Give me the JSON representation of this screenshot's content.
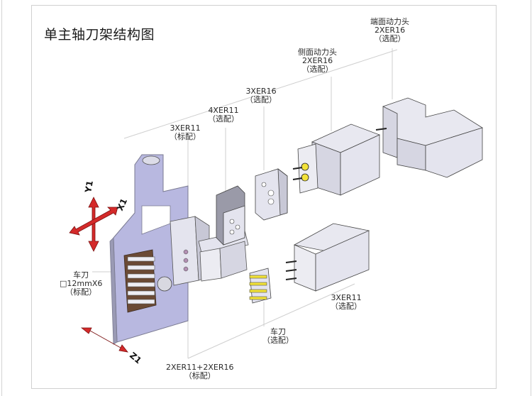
{
  "title": "单主轴刀架结构图",
  "labels": {
    "end_face_power_head": {
      "name": "端面动力头",
      "spec": "2XER16",
      "note": "（选配）"
    },
    "side_power_head": {
      "name": "侧面动力头",
      "spec": "2XER16",
      "note": "（选配）"
    },
    "holder_3xer16": {
      "spec": "3XER16",
      "note": "（选配）"
    },
    "holder_4xer11": {
      "spec": "4XER11",
      "note": "（选配）"
    },
    "holder_3xer11_std": {
      "spec": "3XER11",
      "note": "（标配）"
    },
    "turning_tool_std": {
      "name": "车刀",
      "spec": "□12mmX6",
      "note": "（标配）"
    },
    "holder_3xer11_opt": {
      "spec": "3XER11",
      "note": "（选配）"
    },
    "turning_tool_opt": {
      "name": "车刀",
      "note": "（选配）"
    },
    "holder_combo_std": {
      "spec": "2XER11+2XER16",
      "note": "（标配）"
    }
  },
  "axes": {
    "y": "Y1",
    "x": "X1",
    "z": "Z1"
  },
  "colors": {
    "plate": "#b8b8e0",
    "plate_edge": "#7a7a90",
    "metal": "#e4e4ee",
    "metal_dark": "#9a9aa8",
    "wood": "#6b4a35",
    "arrow": "#d42a2a",
    "blade": "#f2e23a",
    "leader": "#cfcfcf"
  }
}
